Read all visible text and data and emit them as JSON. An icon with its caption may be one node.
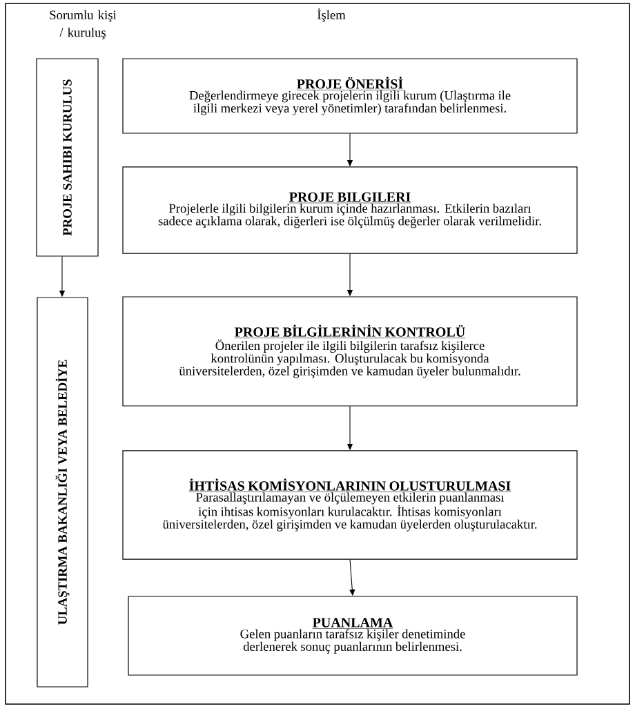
{
  "diagram": {
    "nodes": [
      {
        "text": [
          "PROJE SAHIBI KURULUS"
        ]
      },
      {
        "text": [
          "ULAŞTIRMA BAKANLIĞI VEYA BELEDİYE"
        ]
      },
      {
        "text": [
          "PROJE ÖNERİSİ",
          "Değerlendirmeye girecek projelerin ilgili kurum (Ulaştırma ile ilgili merkezi veya yerel yönetimler) tarafından belirlenmesi."
        ]
      },
      {
        "text": [
          "PROJE BILGILERI",
          "Projelerle ilgili bilgilerin kurum içinde hazırlanması. Etkilerin bazıları sadece açıklama olarak, diğerleri ise ölçülmüş değerler olarak verilmelidir."
        ]
      },
      {
        "text": [
          "PROJE BİLGİLERİNİN KONTROLÜ",
          "Önerilen projeler ile ilgili bilgilerin tarafsız kişilerce kontrolünün yapılması. Oluşturulacak bu komisyonda üniversitelerden, özel girişimden ve kamudan üyeler bulunmalıdır."
        ]
      },
      {
        "text": [
          "İHTİSAS KOMİSYONLARININ OLUSTURULMASI",
          "Parasallaştırılamayan ve ölçülemeyen etkilerin puanlanması için ihtisas komisyonları kurulacaktır. İhtisas komisyonları üniversitelerden, özel girişimden ve kamudan üyelerden oluşturulacaktır."
        ]
      },
      {
        "text": [
          "PUANLAMA",
          "Gelen puanların tarafsız kişiler denetiminde derlenerek sonuç puanlarının belirlenmesi."
        ]
      }
    ],
    "edges": [
      {
        "from": 0,
        "to": 1,
        "arrow": "to"
      },
      {
        "from": 2,
        "to": 3,
        "arrow": "to"
      },
      {
        "from": 3,
        "to": 4,
        "arrow": "to"
      },
      {
        "from": 4,
        "to": 5,
        "arrow": "to"
      },
      {
        "from": 5,
        "to": 6,
        "arrow": "to"
      }
    ],
    "labels": [
      "Sorumlu kişi / kuruluş",
      "İşlem"
    ]
  }
}
